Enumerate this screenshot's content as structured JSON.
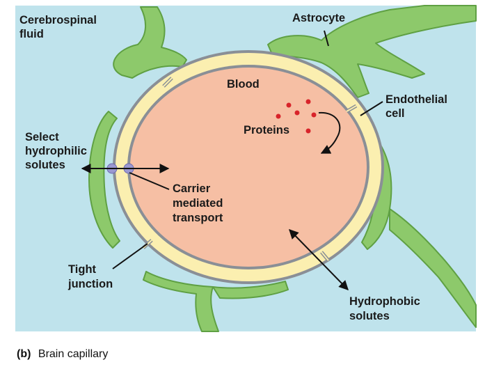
{
  "labels": {
    "csf_line1": "Cerebrospinal",
    "csf_line2": "fluid",
    "astrocyte": "Astrocyte",
    "blood": "Blood",
    "endothelial_line1": "Endothelial",
    "endothelial_line2": "cell",
    "proteins": "Proteins",
    "select_line1": "Select",
    "select_line2": "hydrophilic",
    "select_line3": "solutes",
    "carrier_line1": "Carrier",
    "carrier_line2": "mediated",
    "carrier_line3": "transport",
    "tight_line1": "Tight",
    "tight_line2": "junction",
    "hydrophobic_line1": "Hydrophobic",
    "hydrophobic_line2": "solutes"
  },
  "caption": {
    "panel": "(b)",
    "text": "Brain capillary"
  },
  "colors": {
    "fluid": "#bfe3ec",
    "astrocyte": "#8dc96b",
    "astrocyte_edge": "#5fa043",
    "blood": "#f6bfa4",
    "endothelium": "#fbefb0",
    "membrane": "#8a8f96",
    "protein": "#d8232a",
    "carrier": "#9a98d0"
  }
}
